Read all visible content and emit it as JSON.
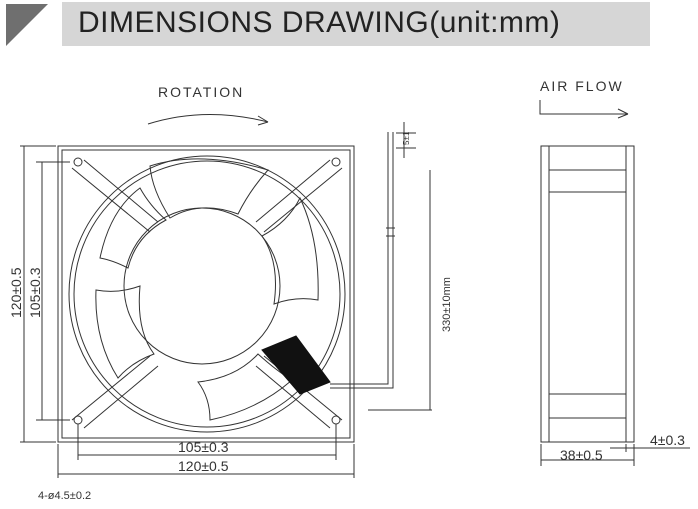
{
  "title": "DIMENSIONS DRAWING(unit:mm)",
  "labels": {
    "rotation": "ROTATION",
    "air_flow": "AIR FLOW",
    "height_outer": "120±0.5",
    "height_inner": "105±0.3",
    "width_inner": "105±0.3",
    "width_outer": "120±0.5",
    "lead_length": "330±10mm",
    "lead_strip": "5±1",
    "depth": "38±0.5",
    "flange": "4±0.3",
    "holes": "4-ø4.5±0.2"
  }
}
